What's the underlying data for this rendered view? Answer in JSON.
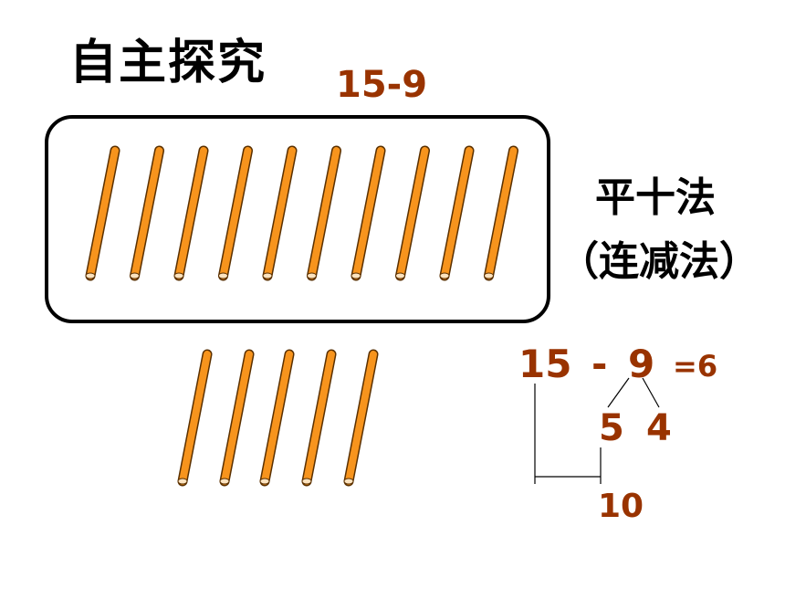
{
  "title": "自主探究",
  "problem": "15-9",
  "method": {
    "name": "平十法",
    "alt_name": "（连减法）"
  },
  "equation": {
    "minuend": "15",
    "operator": "-",
    "subtrahend": "9",
    "result": "=6",
    "split_left": "5",
    "split_right": "4",
    "ten": "10"
  },
  "sticks": {
    "in_box": 10,
    "outside": 5
  },
  "colors": {
    "stick_fill": "#F7941D",
    "stick_edge": "#5a3000",
    "number_color": "#993300"
  }
}
